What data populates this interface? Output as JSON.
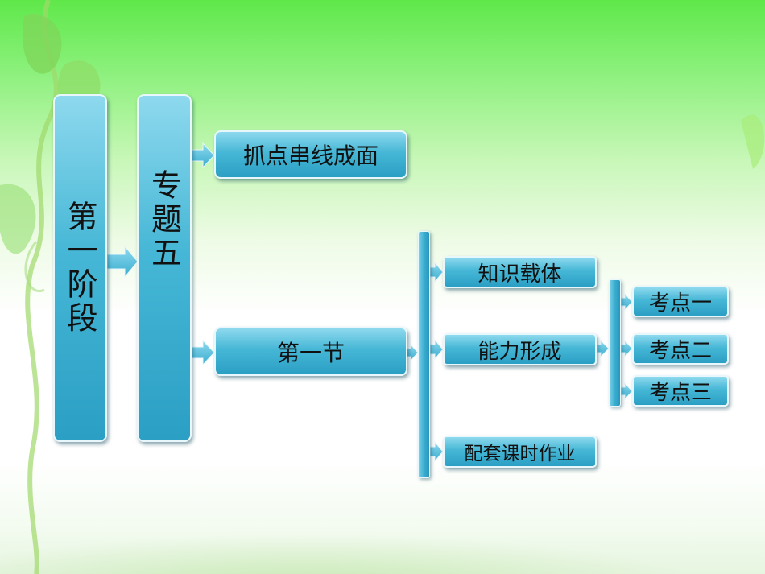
{
  "nodes": {
    "stage": "第一阶段",
    "topic": "专题五",
    "summary": "抓点串线成面",
    "section": "第一节",
    "knowledge": "知识载体",
    "ability": "能力形成",
    "homework": "配套课时作业",
    "point1": "考点一",
    "point2": "考点二",
    "point3": "考点三"
  },
  "colors": {
    "box_top": "#8ed9ee",
    "box_bottom": "#2b9fc4",
    "arrow": "#5ec3df"
  }
}
